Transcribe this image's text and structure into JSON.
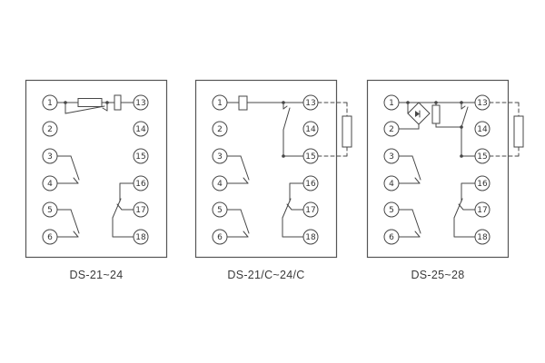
{
  "diagram": {
    "background_color": "#ffffff",
    "line_color": "#474747",
    "panels": [
      {
        "caption": "DS-21~24",
        "terminals_left": [
          "1",
          "2",
          "3",
          "4",
          "5",
          "6"
        ],
        "terminals_right": [
          "13",
          "14",
          "15",
          "16",
          "17",
          "18"
        ]
      },
      {
        "caption": "DS-21/C~24/C",
        "terminals_left": [
          "1",
          "2",
          "3",
          "4",
          "5",
          "6"
        ],
        "terminals_right": [
          "13",
          "14",
          "15",
          "16",
          "17",
          "18"
        ]
      },
      {
        "caption": "DS-25~28",
        "terminals_left": [
          "1",
          "2",
          "3",
          "4",
          "5",
          "6"
        ],
        "terminals_right": [
          "13",
          "14",
          "15",
          "16",
          "17",
          "18"
        ]
      }
    ]
  }
}
